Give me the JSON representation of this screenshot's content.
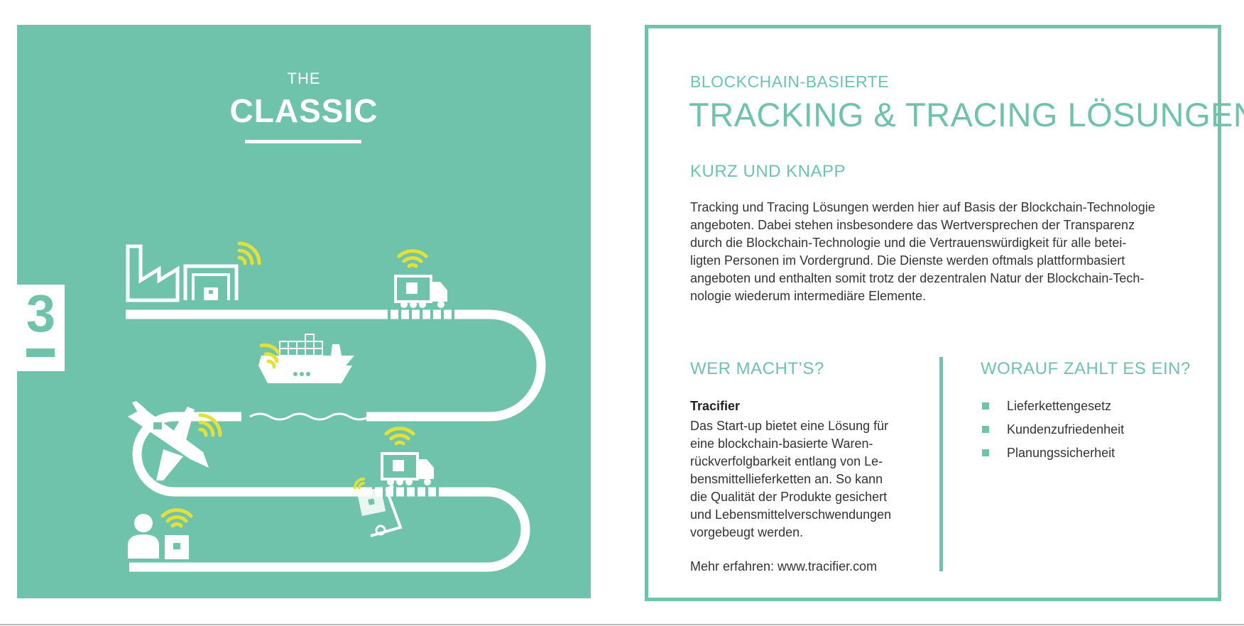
{
  "left_panel": {
    "the": "THE",
    "classic": "CLASSIC",
    "step_number": "3",
    "colors": {
      "background": "#6ec3aa",
      "foreground": "#ffffff",
      "signal": "#e3e03a"
    },
    "icons": [
      "factory-icon",
      "warehouse-icon",
      "truck-icon",
      "ship-icon",
      "airplane-icon",
      "hand-truck-icon",
      "customer-icon",
      "wifi-signal-icon",
      "package-icon"
    ]
  },
  "right_panel": {
    "kicker": "BLOCKCHAIN-BASIERTE",
    "title": "TRACKING & TRACING LÖSUNGEN",
    "summary_heading": "KURZ UND KNAPP",
    "summary_lines": [
      "Tracking und Tracing Lösungen werden hier auf Basis der Blockchain-Technologie",
      "angeboten. Dabei stehen insbesondere das Wertversprechen der Transparenz",
      "durch die Blockchain-Technologie und die Vertrauenswürdigkeit für alle betei-",
      "ligten Personen im Vordergrund. Die Dienste werden oftmals plattformbasiert",
      "angeboten und enthalten somit trotz der dezentralen Natur der Blockchain-Tech-",
      "nologie wiederum intermediäre Elemente."
    ],
    "who_heading": "WER MACHT’S?",
    "company": "Tracifier",
    "company_lines": [
      "Das Start-up bietet eine Lösung für",
      "eine blockchain-basierte Waren-",
      "rückverfolgbarkeit entlang von Le-",
      "bensmittellieferketten an. So kann",
      "die Qualität der Produkte gesichert",
      "und Lebensmittelverschwendungen",
      "vorgebeugt werden."
    ],
    "more": "Mehr erfahren: www.tracifier.com",
    "pays_heading": "WORAUF ZAHLT ES EIN?",
    "bullets": [
      "Lieferkettengesetz",
      "Kundenzufriedenheit",
      "Planungssicherheit"
    ],
    "accent_color": "#6ec3aa"
  }
}
